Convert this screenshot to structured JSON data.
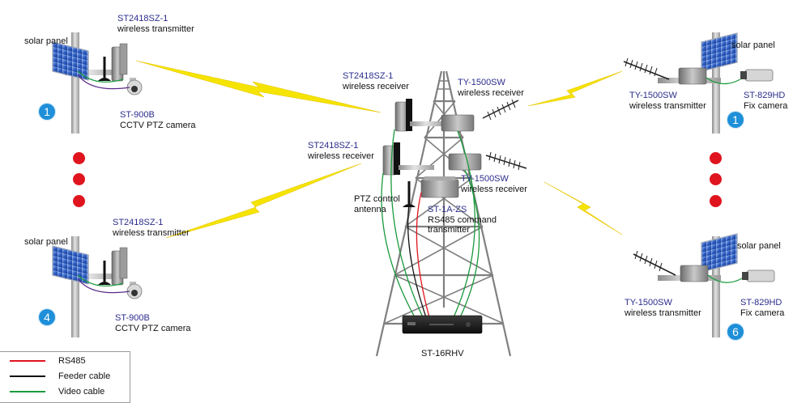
{
  "sites": {
    "site_1": {
      "transmitter_model": "ST2418SZ-1",
      "transmitter_desc": "wireless transmitter",
      "solar_label": "solar panel",
      "camera_model": "ST-900B",
      "camera_desc": "CCTV PTZ  camera",
      "number": "1"
    },
    "site_4": {
      "transmitter_model": "ST2418SZ-1",
      "transmitter_desc": "wireless transmitter",
      "solar_label": "solar panel",
      "camera_model": "ST-900B",
      "camera_desc": "CCTV PTZ  camera",
      "number": "4"
    },
    "site_r1": {
      "solar_label": "solar panel",
      "transmitter_model": "TY-1500SW",
      "transmitter_desc": "wireless transmitter",
      "camera_model": "ST-829HD",
      "camera_desc": "Fix  camera",
      "number": "1"
    },
    "site_6": {
      "solar_label": "solar panel",
      "transmitter_model": "TY-1500SW",
      "transmitter_desc": "wireless transmitter",
      "camera_model": "ST-829HD",
      "camera_desc": "Fix  camera",
      "number": "6"
    }
  },
  "tower": {
    "receiver_1_model": "ST2418SZ-1",
    "receiver_1_desc": "wireless receiver",
    "receiver_2_model": "ST2418SZ-1",
    "receiver_2_desc": "wireless receiver",
    "receiver_3_model": "TY-1500SW",
    "receiver_3_desc": "wireless receiver",
    "receiver_4_model": "TY-1500SW",
    "receiver_4_desc": "wireless receiver",
    "ptz_antenna_line1": "PTZ control",
    "ptz_antenna_line2": "antenna",
    "command_tx_model": "ST-1A-ZS",
    "command_tx_line1": "RS485 command",
    "command_tx_line2": "transmitter",
    "dvr_model": "ST-16RHV"
  },
  "legend": [
    {
      "label": "RS485",
      "color": "#e0141e"
    },
    {
      "label": "Feeder cable",
      "color": "#111111"
    },
    {
      "label": "Video cable",
      "color": "#1a9a3c"
    }
  ],
  "colors": {
    "badge": "#1e8fd8",
    "ellipsis_dot": "#e0141e",
    "lightning": "#f5e400",
    "tower": "#7a7a7a",
    "pole": "#a8a8a8"
  }
}
